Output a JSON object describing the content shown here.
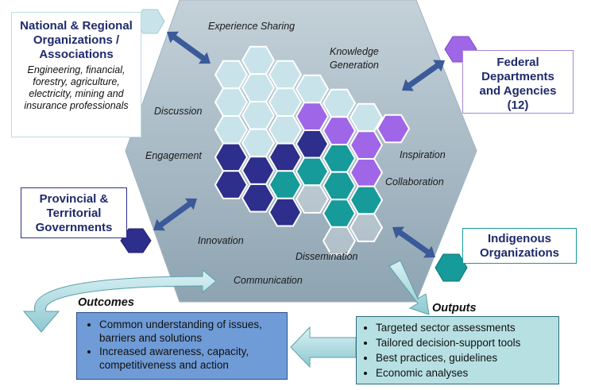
{
  "boxes": {
    "national": {
      "title": "National & Regional Organizations / Associations",
      "subtitle": "Engineering, financial, forestry, agriculture, electricity, mining and insurance professionals"
    },
    "federal": {
      "title": "Federal Departments and Agencies (12)"
    },
    "provincial": {
      "title": "Provincial & Territorial Governments"
    },
    "indigenous": {
      "title": "Indigenous Organizations"
    }
  },
  "hex_labels": {
    "experience_sharing": "Experience Sharing",
    "knowledge_generation_1": "Knowledge",
    "knowledge_generation_2": "Generation",
    "discussion": "Discussion",
    "engagement": "Engagement",
    "inspiration": "Inspiration",
    "collaboration": "Collaboration",
    "innovation": "Innovation",
    "dissemination": "Dissemination",
    "communication": "Communication"
  },
  "outcomes": {
    "heading": "Outcomes",
    "items": [
      "Common understanding of issues, barriers and solutions",
      "Increased awareness, capacity, competitiveness and action"
    ]
  },
  "outputs": {
    "heading": "Outputs",
    "items": [
      "Targeted sector assessments",
      "Tailored decision-support tools",
      "Best practices, guidelines",
      "Economic analyses"
    ]
  },
  "colors": {
    "hub_fill": "#a7b8c3",
    "light_hex": "#c8e4ea",
    "purple": "#a066e8",
    "navy": "#2e2e8c",
    "teal": "#169a9a",
    "arrow": "#3a5a99",
    "outcome_fill": "#6f9bd6",
    "output_fill": "#b7e0e3"
  }
}
